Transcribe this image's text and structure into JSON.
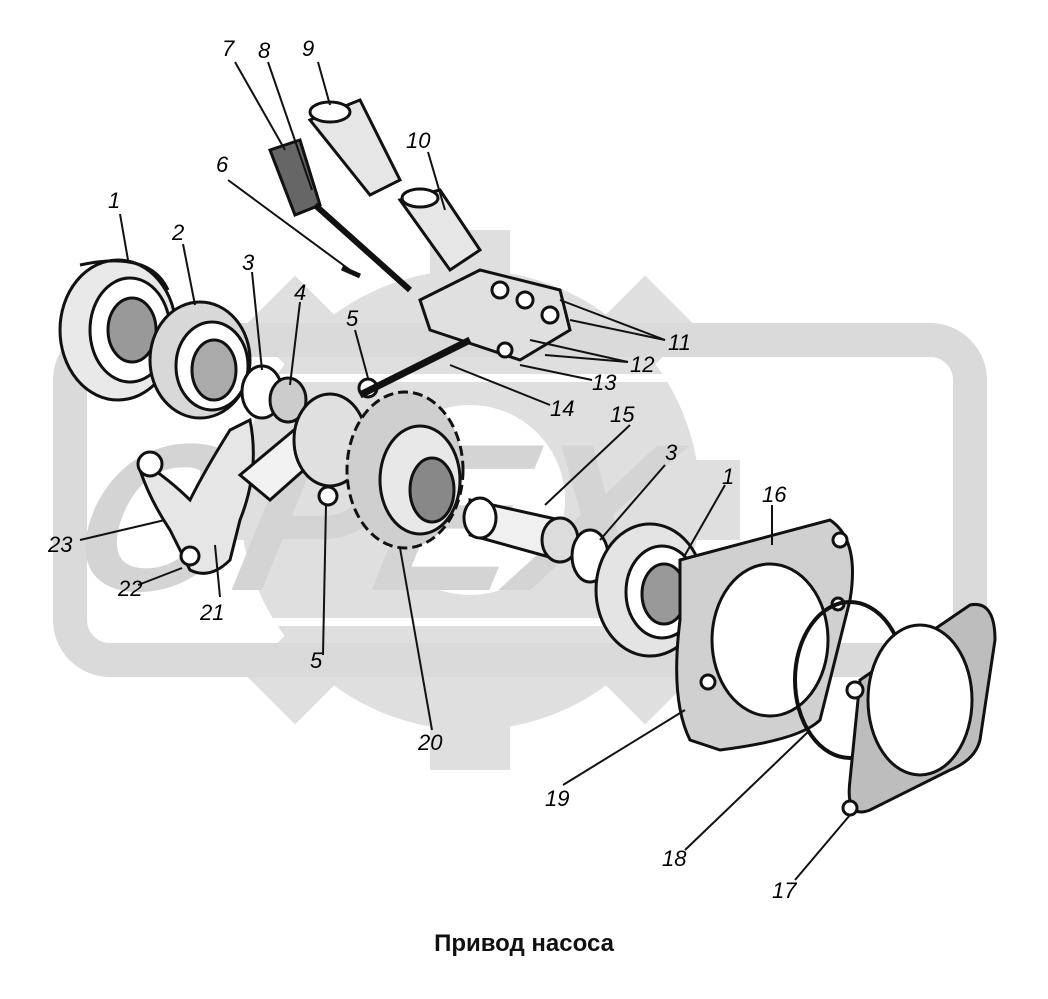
{
  "caption": "Привод насоса",
  "watermark": {
    "text": "OPEX",
    "color": "#cfcfcf"
  },
  "callouts": [
    {
      "id": "c1a",
      "text": "1"
    },
    {
      "id": "c2",
      "text": "2"
    },
    {
      "id": "c3a",
      "text": "3"
    },
    {
      "id": "c4",
      "text": "4"
    },
    {
      "id": "c5a",
      "text": "5"
    },
    {
      "id": "c5b",
      "text": "5"
    },
    {
      "id": "c6",
      "text": "6"
    },
    {
      "id": "c7",
      "text": "7"
    },
    {
      "id": "c8",
      "text": "8"
    },
    {
      "id": "c9",
      "text": "9"
    },
    {
      "id": "c10",
      "text": "10"
    },
    {
      "id": "c11",
      "text": "11"
    },
    {
      "id": "c12",
      "text": "12"
    },
    {
      "id": "c13",
      "text": "13"
    },
    {
      "id": "c14",
      "text": "14"
    },
    {
      "id": "c15",
      "text": "15"
    },
    {
      "id": "c3b",
      "text": "3"
    },
    {
      "id": "c1b",
      "text": "1"
    },
    {
      "id": "c16",
      "text": "16"
    },
    {
      "id": "c17",
      "text": "17"
    },
    {
      "id": "c18",
      "text": "18"
    },
    {
      "id": "c19",
      "text": "19"
    },
    {
      "id": "c20",
      "text": "20"
    },
    {
      "id": "c21",
      "text": "21"
    },
    {
      "id": "c22",
      "text": "22"
    },
    {
      "id": "c23",
      "text": "23"
    }
  ]
}
